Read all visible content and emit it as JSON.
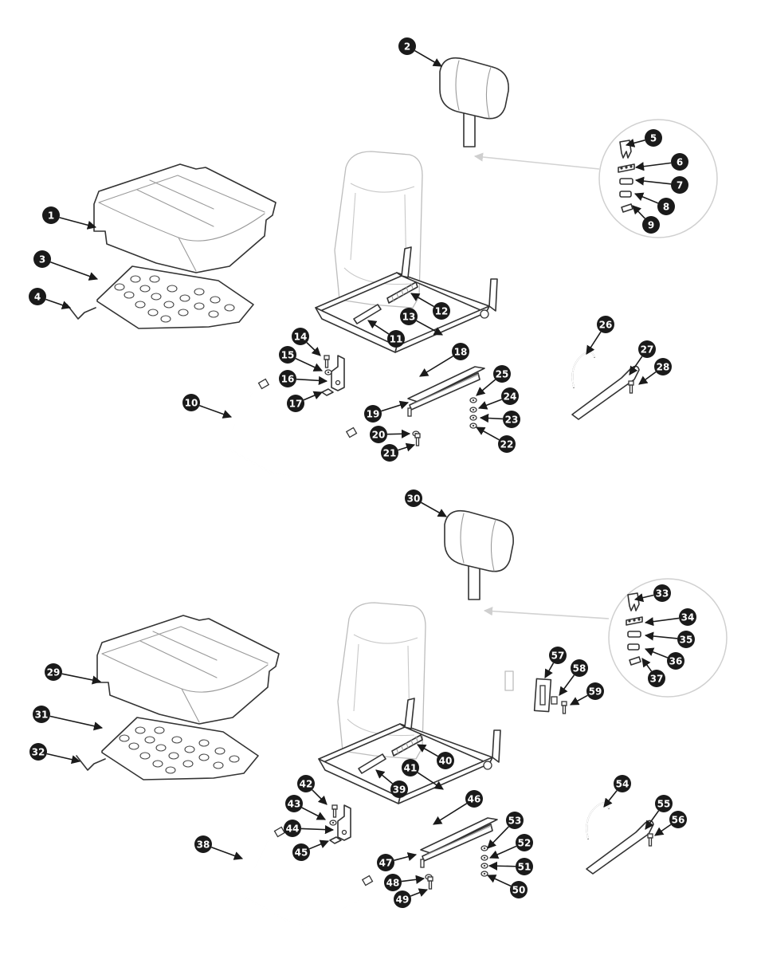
{
  "callout_numbers": [
    "1",
    "2",
    "3",
    "4",
    "5",
    "6",
    "7",
    "8",
    "9",
    "10",
    "11",
    "12",
    "13",
    "14",
    "15",
    "16",
    "17",
    "18",
    "19",
    "20",
    "21",
    "22",
    "23",
    "24",
    "25",
    "26",
    "27",
    "28",
    "29",
    "30",
    "31",
    "32",
    "33",
    "34",
    "35",
    "36",
    "37",
    "38",
    "39",
    "40",
    "41",
    "42",
    "43",
    "44",
    "45",
    "46",
    "47",
    "48",
    "49",
    "50",
    "51",
    "52",
    "53",
    "54",
    "55",
    "56",
    "57",
    "58",
    "59"
  ],
  "colors": {
    "callout_fill": "#1a1a1a",
    "callout_text": "#ffffff",
    "line": "#333333",
    "ghost": "#bdbdbd"
  }
}
